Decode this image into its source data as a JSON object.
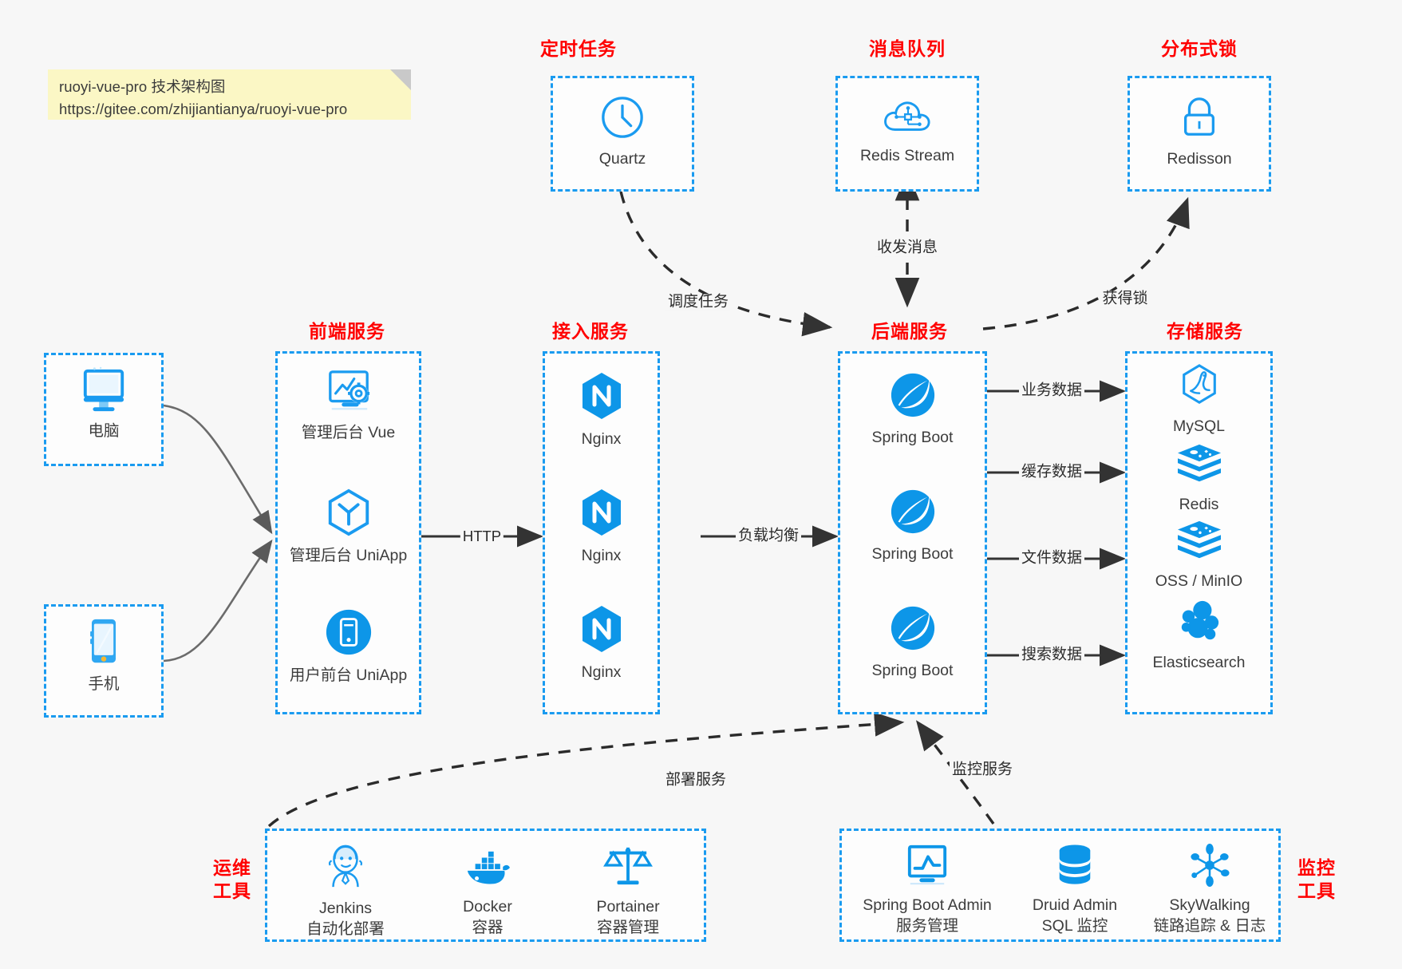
{
  "note": {
    "line1": "ruoyi-vue-pro 技术架构图",
    "line2": "https://gitee.com/zhijiantianya/ruoyi-vue-pro"
  },
  "colors": {
    "blue": "#1a9bf0",
    "title_red": "#ff0000",
    "text": "#3d3d3d",
    "note_bg": "#fbf7c5",
    "background": "#f7f7f7",
    "edge": "#333333"
  },
  "groups": {
    "scheduler": {
      "title": "定时任务"
    },
    "mq": {
      "title": "消息队列"
    },
    "lock": {
      "title": "分布式锁"
    },
    "frontend": {
      "title": "前端服务"
    },
    "gateway": {
      "title": "接入服务"
    },
    "backend": {
      "title": "后端服务"
    },
    "storage": {
      "title": "存储服务"
    },
    "devops": {
      "title_line1": "运维",
      "title_line2": "工具"
    },
    "monitor": {
      "title_line1": "监控",
      "title_line2": "工具"
    }
  },
  "clients": [
    {
      "icon": "desktop-icon",
      "label": "电脑"
    },
    {
      "icon": "mobile-icon",
      "label": "手机"
    }
  ],
  "scheduler_nodes": [
    {
      "icon": "clock-icon",
      "label": "Quartz"
    }
  ],
  "mq_nodes": [
    {
      "icon": "cloud-stream-icon",
      "label": "Redis Stream"
    }
  ],
  "lock_nodes": [
    {
      "icon": "padlock-icon",
      "label": "Redisson"
    }
  ],
  "frontend_nodes": [
    {
      "icon": "dashboard-gear-icon",
      "label": "管理后台 Vue"
    },
    {
      "icon": "hexagon-cube-icon",
      "label": "管理后台 UniApp"
    },
    {
      "icon": "mobile-circle-icon",
      "label": "用户前台 UniApp"
    }
  ],
  "gateway_nodes": [
    {
      "icon": "nginx-icon",
      "label": "Nginx"
    },
    {
      "icon": "nginx-icon",
      "label": "Nginx"
    },
    {
      "icon": "nginx-icon",
      "label": "Nginx"
    }
  ],
  "backend_nodes": [
    {
      "icon": "spring-boot-icon",
      "label": "Spring Boot"
    },
    {
      "icon": "spring-boot-icon",
      "label": "Spring Boot"
    },
    {
      "icon": "spring-boot-icon",
      "label": "Spring Boot"
    }
  ],
  "storage_nodes": [
    {
      "icon": "mysql-icon",
      "label": "MySQL"
    },
    {
      "icon": "redis-icon",
      "label": "Redis"
    },
    {
      "icon": "minio-icon",
      "label": "OSS / MinIO"
    },
    {
      "icon": "elasticsearch-icon",
      "label": "Elasticsearch"
    }
  ],
  "devops_nodes": [
    {
      "icon": "jenkins-icon",
      "label": "Jenkins",
      "sub": "自动化部署"
    },
    {
      "icon": "docker-icon",
      "label": "Docker",
      "sub": "容器"
    },
    {
      "icon": "scales-icon",
      "label": "Portainer",
      "sub": "容器管理"
    }
  ],
  "monitor_nodes": [
    {
      "icon": "monitor-chart-icon",
      "label": "Spring Boot Admin",
      "sub": "服务管理"
    },
    {
      "icon": "database-icon",
      "label": "Druid Admin",
      "sub": "SQL 监控"
    },
    {
      "icon": "skywalking-icon",
      "label": "SkyWalking",
      "sub": "链路追踪 & 日志"
    }
  ],
  "edges": {
    "http": "HTTP",
    "load_balance": "负载均衡",
    "schedule_task": "调度任务",
    "send_receive_message": "收发消息",
    "acquire_lock": "获得锁",
    "business_data": "业务数据",
    "cache_data": "缓存数据",
    "file_data": "文件数据",
    "search_data": "搜索数据",
    "deploy_service": "部署服务",
    "monitor_service": "监控服务"
  }
}
